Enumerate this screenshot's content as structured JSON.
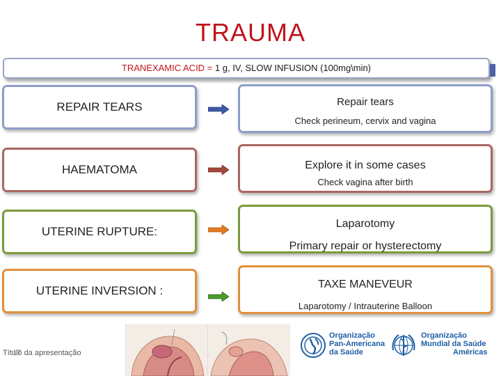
{
  "title": "TRAUMA",
  "banner": {
    "label": "TRANEXAMIC ACID =",
    "detail": " 1 g, IV, SLOW INFUSION (100mg\\min)"
  },
  "rows": [
    {
      "left": "REPAIR TEARS",
      "right_main": "Repair tears",
      "right_sub": "Check perineum, cervix and vagina",
      "border": "#8d9dc9",
      "arrow": "#3f58a8"
    },
    {
      "left": "HAEMATOMA",
      "right_main": "Explore it in some cases",
      "right_sub": "Check vagina after birth",
      "border": "#a96662",
      "arrow": "#a4473e"
    },
    {
      "left": "UTERINE RUPTURE:",
      "right_main": "Laparotomy",
      "right_sub": "Primary repair or hysterectomy",
      "border": "#7a9a3a",
      "arrow": "#e07b22"
    },
    {
      "left": "UTERINE INVERSION :",
      "right_main": "TAXE MANEVEUR",
      "right_sub": "Laparotomy /  Intrauterine Balloon",
      "border": "#e0903a",
      "arrow": "#4e9a2e"
    }
  ],
  "footer": {
    "text": "Título da apresentação",
    "page": "17"
  },
  "logos": {
    "paho_line1": "Organização",
    "paho_line2": "Pan-Americana",
    "paho_line3": "da Saúde",
    "who_line1": "Organização",
    "who_line2": "Mundial da Saúde",
    "who_line3": "Américas"
  },
  "colors": {
    "title": "#c0141b",
    "logo_blue": "#1f5fa5"
  }
}
